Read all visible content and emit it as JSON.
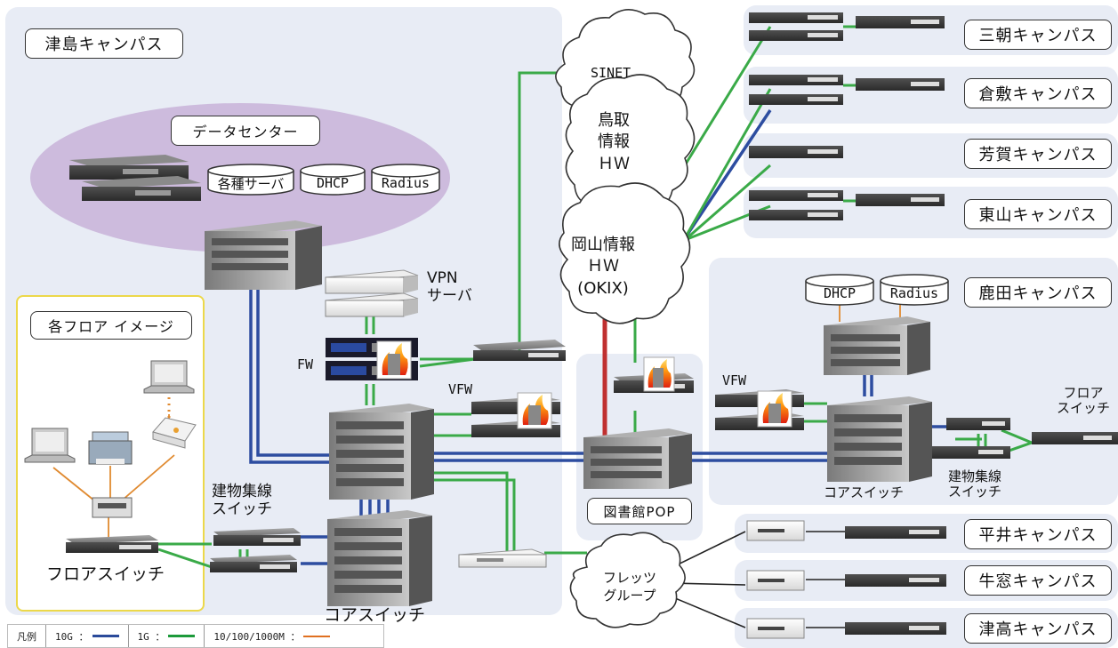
{
  "tsushima": {
    "title": "津島キャンパス",
    "datacenter": "データセンター",
    "servers": [
      "各種サーバ",
      "DHCP",
      "Radius"
    ],
    "vpn": "VPN\nサーバ",
    "fw": "FW",
    "vfw": "VFW",
    "floor_image": "各フロア イメージ",
    "floor_switch": "フロアスイッチ",
    "bldg_switch": "建物集線\nスイッチ",
    "core_switch": "コアスイッチ"
  },
  "clouds": {
    "sinet": "SINET",
    "tottori": "鳥取\n情報\nＨＷ",
    "okayama": "岡山情報\nＨＷ\n(OKIX)",
    "flets": "フレッツ\nグループ"
  },
  "library": "図書館POP",
  "campuses": [
    "三朝キャンパス",
    "倉敷キャンパス",
    "芳賀キャンパス",
    "東山キャンパス"
  ],
  "shikata": {
    "title": "鹿田キャンパス",
    "servers": [
      "DHCP",
      "Radius"
    ],
    "vfw": "VFW",
    "core_switch": "コアスイッチ",
    "bldg_switch": "建物集線\nスイッチ",
    "floor_switch": "フロア\nスイッチ"
  },
  "flets_campuses": [
    "平井キャンパス",
    "牛窓キャンパス",
    "津高キャンパス"
  ],
  "legend": {
    "title": "凡例",
    "items": [
      {
        "label": "10G ：",
        "color": "#2a4a9a"
      },
      {
        "label": "1G ：",
        "color": "#1c9a3a"
      },
      {
        "label": "10/100/1000M ：",
        "color": "#e07020"
      }
    ]
  },
  "colors": {
    "g10": "#2d4da0",
    "g1": "#3aaa48",
    "m1000": "#e08a30",
    "red": "#c03030",
    "region": "#e8ecf5",
    "datacenter": "#cdbbdd"
  }
}
